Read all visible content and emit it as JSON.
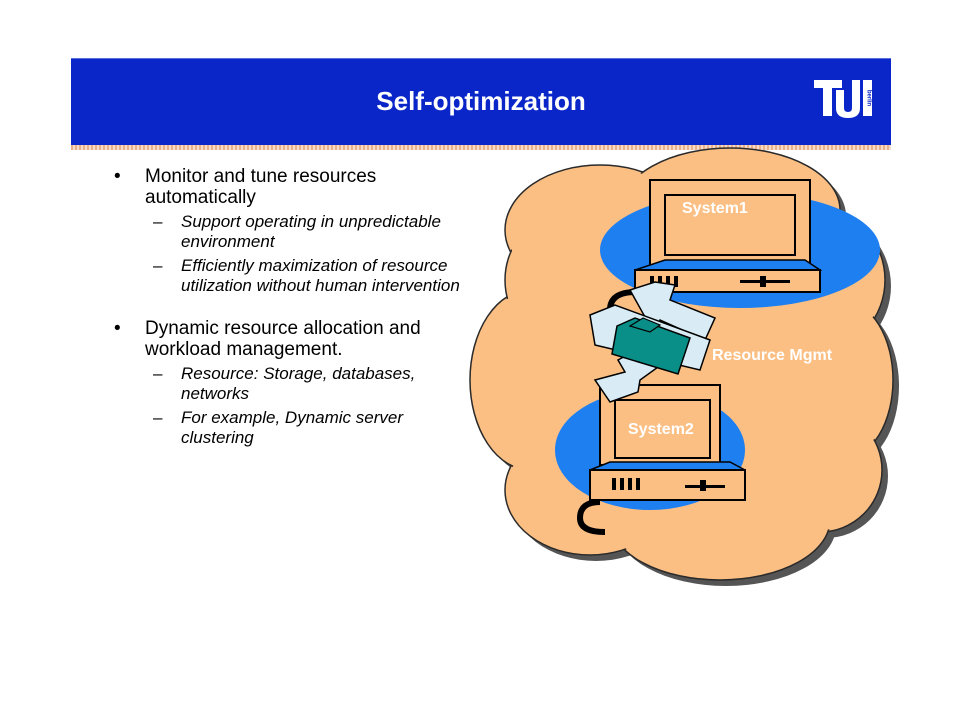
{
  "slide": {
    "title": "Self-optimization",
    "logo_label": "berlin"
  },
  "bullets": [
    {
      "text": "Monitor and tune resources automatically",
      "subs": [
        "Support operating in unpredictable environment",
        "Efficiently maximization of resource utilization without human intervention"
      ]
    },
    {
      "text": "Dynamic resource allocation and workload management.",
      "subs": [
        "Resource: Storage, databases, networks",
        "For example, Dynamic server clustering"
      ]
    }
  ],
  "bullet_glyph": "•",
  "dash_glyph": "–",
  "diagram": {
    "system1_label": "System1",
    "system2_label": "System2",
    "mgmt_label": "Resource Mgmt"
  },
  "colors": {
    "banner": "#0a26c8",
    "cloud_fill": "#fbbf84",
    "computer_blue": "#1e7ff0",
    "arrow_fill": "#d9ecf5",
    "folder": "#0a8f88"
  }
}
